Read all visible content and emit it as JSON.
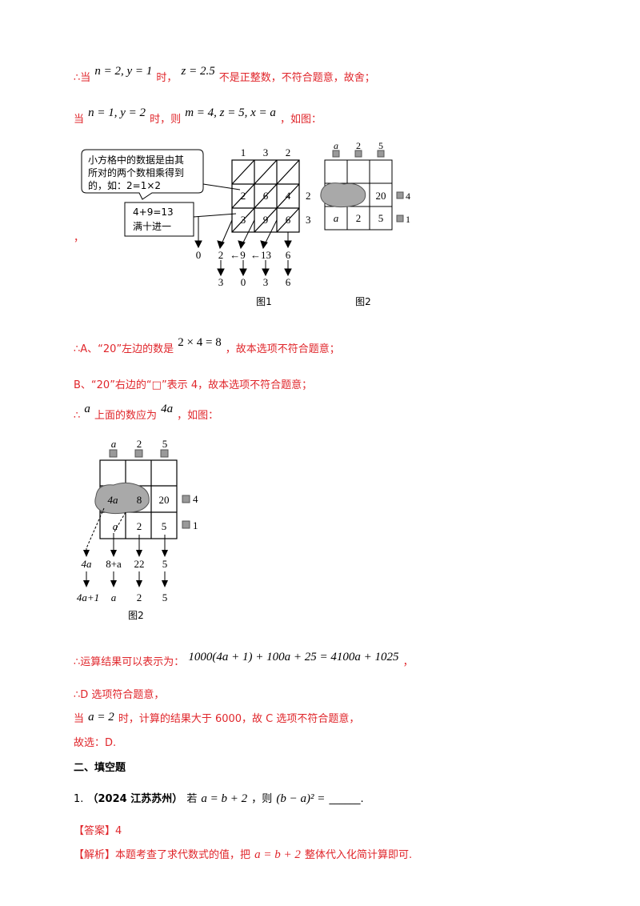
{
  "lines": {
    "l1_a": "∴当",
    "l1_m1": "n = 2, y = 1",
    "l1_b": "时，",
    "l1_m2": "z = 2.5",
    "l1_c": "不是正整数，不符合题意，故舍；",
    "l2_a": "当",
    "l2_m1": "n = 1, y = 2",
    "l2_b": "时，则",
    "l2_m2": "m = 4, z = 5, x = a",
    "l2_c": "，如图：",
    "comma1": "，",
    "l3_a": "∴A、“20”左边的数是",
    "l3_m": "2 × 4 = 8",
    "l3_b": "，故本选项不符合题意；",
    "l4": "B、“20”右边的“□”表示 4，故本选项不符合题意；",
    "l5_a": "∴",
    "l5_m1": "a",
    "l5_b": "上面的数应为",
    "l5_m2": "4a",
    "l5_c": "，如图：",
    "l6_a": "∴运算结果可以表示为：",
    "l6_m": "1000(4a + 1) + 100a + 25 = 4100a + 1025",
    "l6_b": "，",
    "l7": "∴D 选项符合题意，",
    "l8_a": "当",
    "l8_m": "a = 2",
    "l8_b": "时，计算的结果大于 6000，故 C 选项不符合题意，",
    "l9": "故选：D.",
    "section": "二、填空题",
    "q1_num": "1.",
    "q1_src": "（2024 江苏苏州）",
    "q1_a": "若",
    "q1_m1": "a = b + 2",
    "q1_b": "，则",
    "q1_m2": "(b − a)² =",
    "q1_blank": "______.",
    "ans_tag": "【答案】",
    "ans_val": "4",
    "exp_tag": "【解析】",
    "exp_a": "本题考查了求代数式的值，把",
    "exp_m": "a = b + 2",
    "exp_b": "整体代入化简计算即可."
  },
  "fig1": {
    "callout1": [
      "小方格中的数据是由其",
      "所对的两个数相乘得到",
      "的，如：2=1×2"
    ],
    "callout2": [
      "4+9=13",
      "满十进一"
    ],
    "top": [
      "1",
      "3",
      "2"
    ],
    "right": [
      "2",
      "3"
    ],
    "cells": [
      "2",
      "6",
      "4",
      "3",
      "9",
      "6"
    ],
    "row1": [
      "0",
      "2",
      "←9",
      "←13",
      "6"
    ],
    "row2": [
      "3",
      "0",
      "3",
      "6"
    ],
    "caption": "图1"
  },
  "fig2": {
    "top": [
      "a",
      "2",
      "5"
    ],
    "cells": [
      "20",
      "a",
      "2",
      "5"
    ],
    "right": [
      "4",
      "1"
    ],
    "caption": "图2"
  },
  "fig3": {
    "top": [
      "a",
      "2",
      "5"
    ],
    "cells": [
      "4a",
      "8",
      "20",
      "a",
      "2",
      "5"
    ],
    "right": [
      "4",
      "1"
    ],
    "row1": [
      "4a",
      "8+a",
      "22",
      "5"
    ],
    "row2": [
      "4a+1",
      "a",
      "2",
      "5"
    ],
    "caption": "图2"
  },
  "colors": {
    "red": "#e0262b",
    "blob": "#a9a9a9",
    "sq": "#999999"
  }
}
